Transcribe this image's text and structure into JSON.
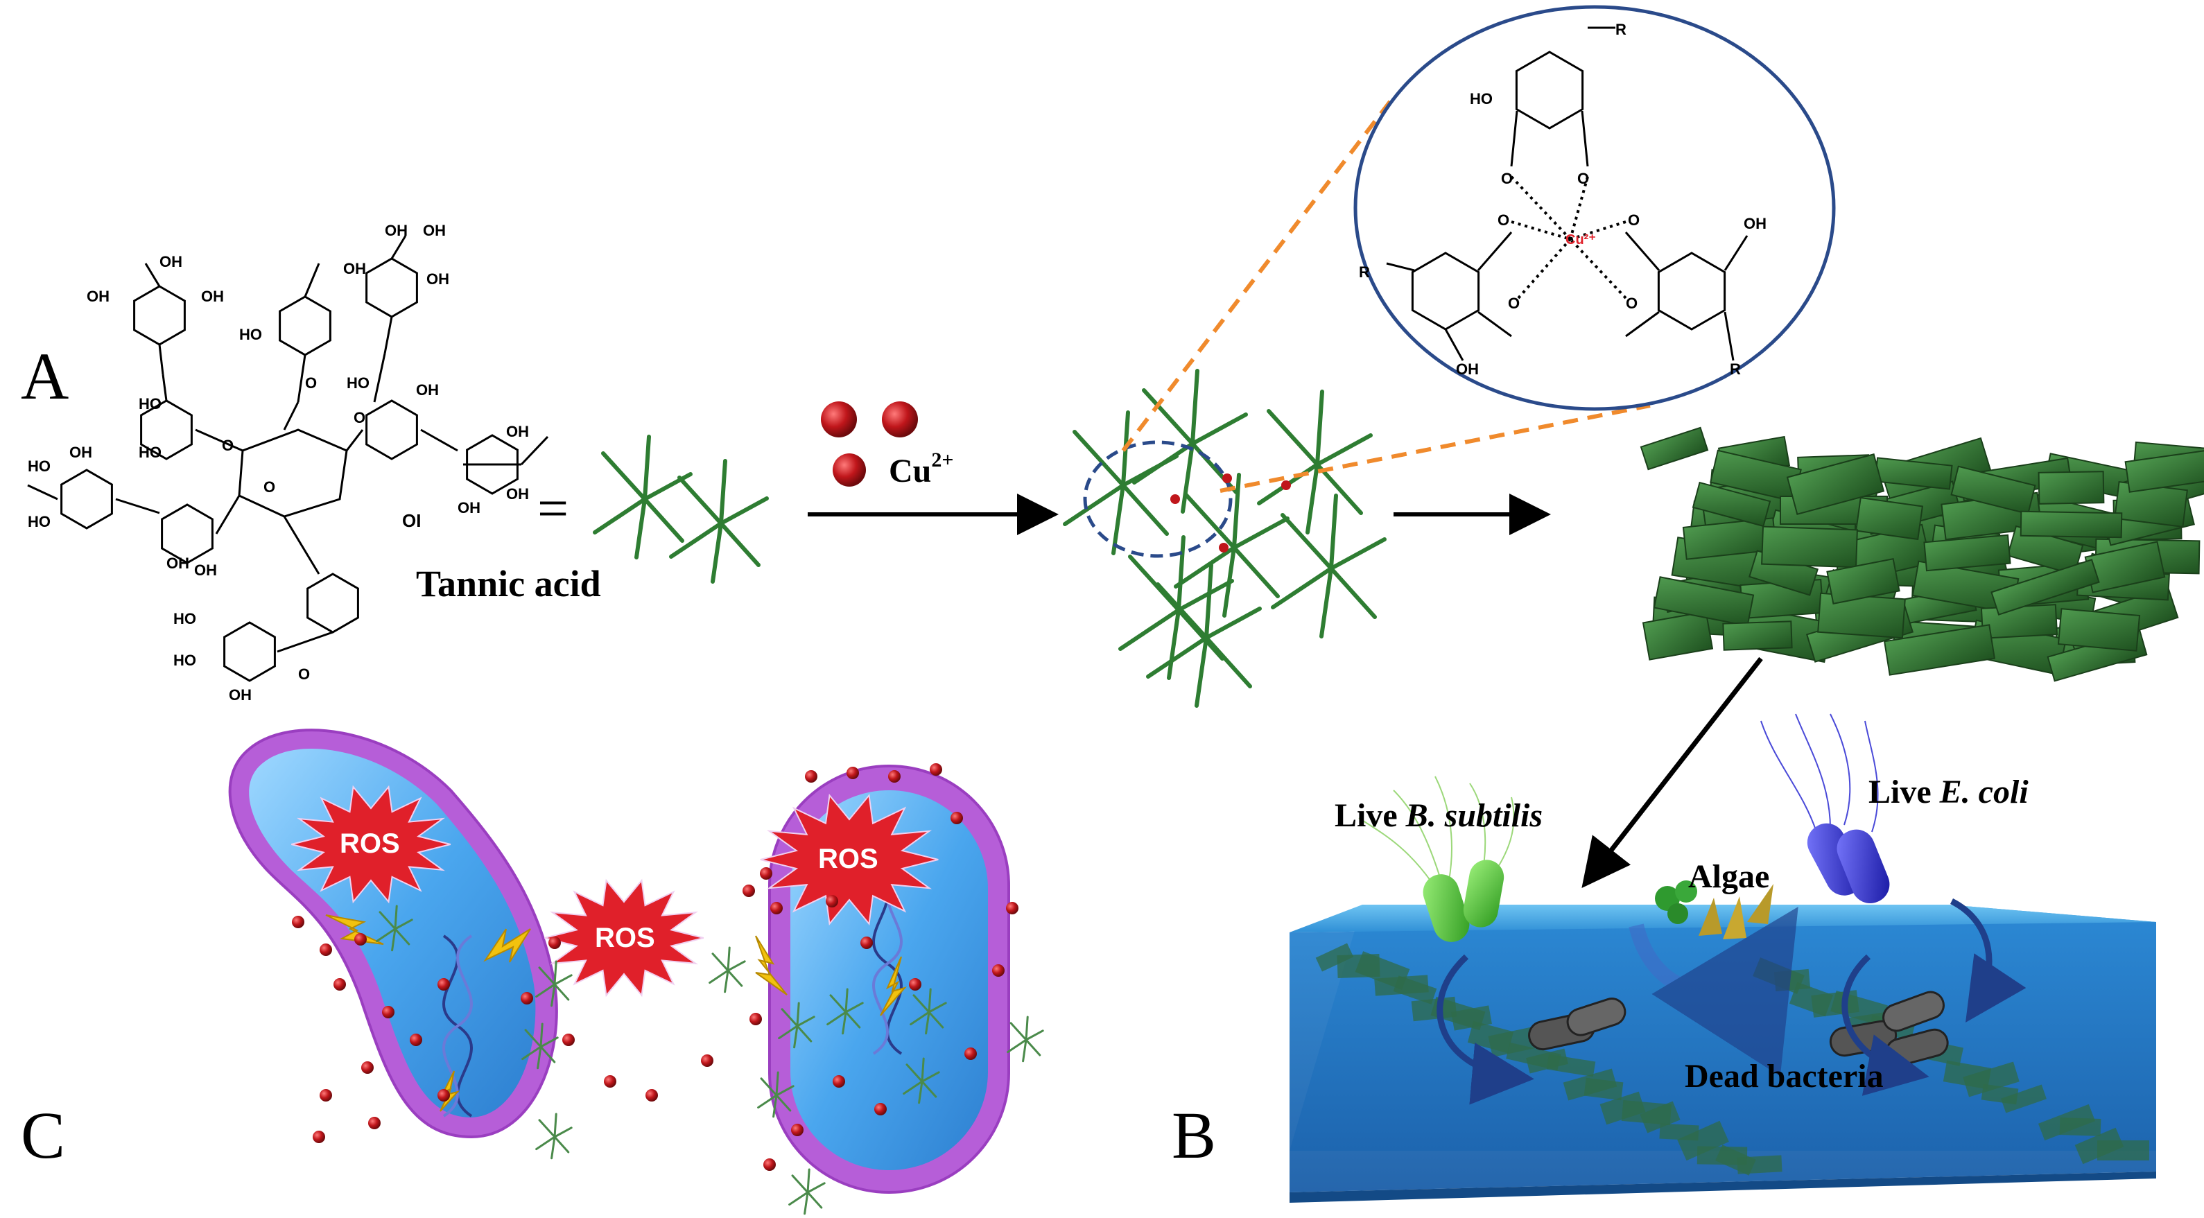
{
  "panels": {
    "a": "A",
    "b": "B",
    "c": "C"
  },
  "labels": {
    "tannic_acid": "Tannic acid",
    "copper_ion": "Cu",
    "copper_charge": "2+",
    "equals": "=",
    "algae": "Algae",
    "dead_bacteria": "Dead bacteria",
    "live_prefix": "Live ",
    "b_subtilis": "B. subtilis",
    "e_coli": "E. coli",
    "ros": "ROS"
  },
  "chemistry": {
    "oh": "OH",
    "ho": "HO",
    "o": "O",
    "r": "R",
    "cu_center": "Cu²⁺",
    "oi": "OI"
  },
  "colors": {
    "network_green": "#2e7d32",
    "sheet_green": "#2f6b2f",
    "copper_red": "#c0161b",
    "circle_blue": "#2a4a8a",
    "dashed_orange": "#f08a2c",
    "water_blue": "#3a9fe0",
    "membrane_purple": "#b65ed8",
    "ros_red": "#e0202a",
    "bsub_green": "#3fbf2a",
    "ecoli_blue": "#2a2ad0"
  }
}
